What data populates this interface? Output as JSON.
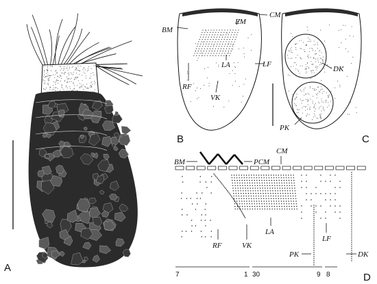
{
  "panels": {
    "A": "A",
    "B": "B",
    "C": "C",
    "D": "D"
  },
  "labels_b": {
    "bm": "BM",
    "cm": "CM",
    "em": "EM",
    "la": "LA",
    "rf": "RF",
    "vk": "VK",
    "lf": "LF"
  },
  "labels_c": {
    "dk": "DK",
    "pk": "PK"
  },
  "labels_d": {
    "bm": "BM",
    "pcm": "PCM",
    "cm": "CM",
    "la": "LA",
    "rf": "RF",
    "vk": "VK",
    "lf": "LF",
    "pk": "PK",
    "dk": "DK"
  },
  "kinety_counts": {
    "left": "7",
    "left_end": "1",
    "middle": "30",
    "middle_end": "9",
    "right": "8"
  }
}
